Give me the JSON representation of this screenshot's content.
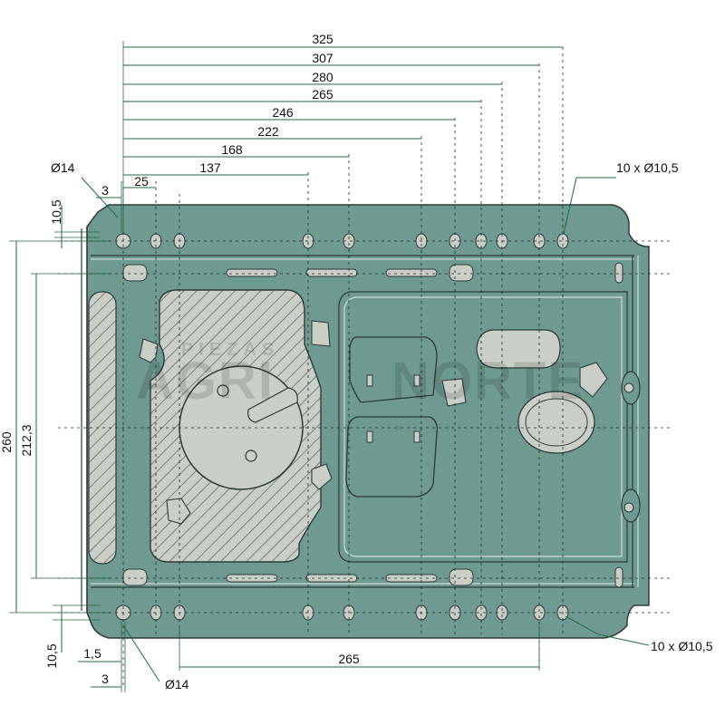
{
  "watermark": {
    "small_text": "PIEZAS",
    "main_left": "AGRI",
    "main_right": "NORTE"
  },
  "dimensions": {
    "top": [
      "325",
      "307",
      "280",
      "265",
      "246",
      "222",
      "168",
      "137",
      "25",
      "3"
    ],
    "left_side": [
      "10,5",
      "260",
      "212,3"
    ],
    "top_hole_callout": "Ø14",
    "top_right_callout": "10 x Ø10,5",
    "bottom_right_callout": "10 x Ø10,5",
    "bottom": {
      "offset_small": "1,5",
      "offset_3": "3",
      "span_265": "265",
      "hole_callout": "Ø14",
      "left_10_5": "10,5"
    }
  },
  "colors": {
    "plate": "#6f9a92",
    "dimension_lines": "#1f6b3a",
    "holes": "#c9cfc6"
  }
}
